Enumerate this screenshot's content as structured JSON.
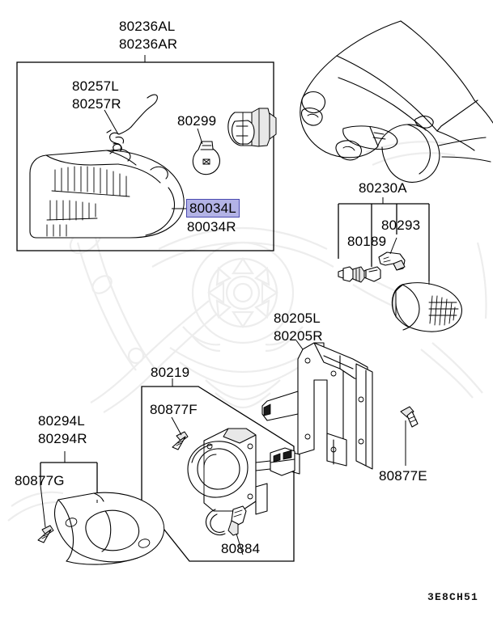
{
  "sheet": {
    "code": "3E8CH51",
    "background_color": "#ffffff",
    "line_color": "#000000",
    "highlight_fill": "#b3b3e6",
    "highlight_border": "#4a4ab0",
    "watermark_color": "#ededed"
  },
  "labels": {
    "front_combination_lamp_assy_l": "80236AL",
    "front_combination_lamp_assy_r": "80236AR",
    "spring_l": "80257L",
    "spring_r": "80257R",
    "bulb": "80299",
    "lens_l": "80034L",
    "lens_r": "80034R",
    "side_turn_lamp_assy": "80230A",
    "side_turn_bulb": "80189",
    "side_turn_clip": "80293",
    "fog_lamp_bracket_l": "80205L",
    "fog_lamp_bracket_r": "80205R",
    "fog_lamp_assy": "80219",
    "fog_lamp_screw": "80877F",
    "fog_lamp_connector": "80884",
    "bracket_screw": "80877E",
    "bezel_l": "80294L",
    "bezel_r": "80294R",
    "bezel_screw": "80877G"
  },
  "groups": [
    {
      "name": "front-combination-lamp-group",
      "header": [
        "80236AL",
        "80236AR"
      ],
      "members": [
        "80257L",
        "80257R",
        "80299",
        "80034L",
        "80034R"
      ]
    },
    {
      "name": "side-turn-lamp-group",
      "header": [
        "80230A"
      ],
      "members": [
        "80189",
        "80293"
      ]
    },
    {
      "name": "fog-lamp-group",
      "header": [
        "80219"
      ],
      "members": [
        "80877F",
        "80884"
      ]
    },
    {
      "name": "fog-lamp-bezel-group",
      "header": [
        "80294L",
        "80294R"
      ],
      "members": [
        "80877G"
      ]
    }
  ],
  "selected_part": "80034L"
}
